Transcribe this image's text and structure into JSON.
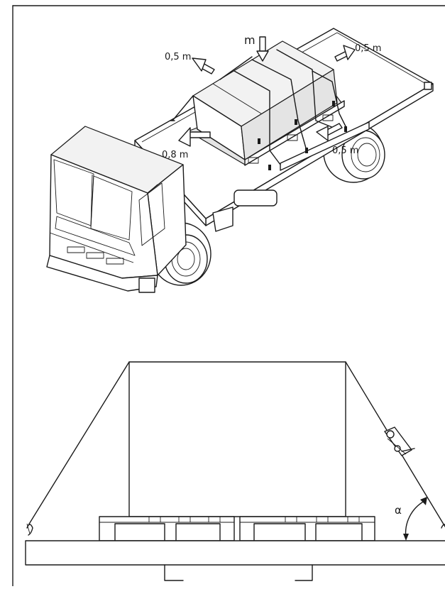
{
  "colors": {
    "line": "#1a1a1a",
    "background": "#ffffff",
    "shade_light": "#f2f2f2",
    "shade_dark": "#e4e4e4"
  },
  "truck_view": {
    "labels": {
      "mass": "m",
      "rear_left": "0,5 m",
      "rear_right": "0,5 m",
      "front": "0,8 m",
      "side": "0,5 m"
    }
  },
  "end_view": {
    "angle_label": "α"
  }
}
